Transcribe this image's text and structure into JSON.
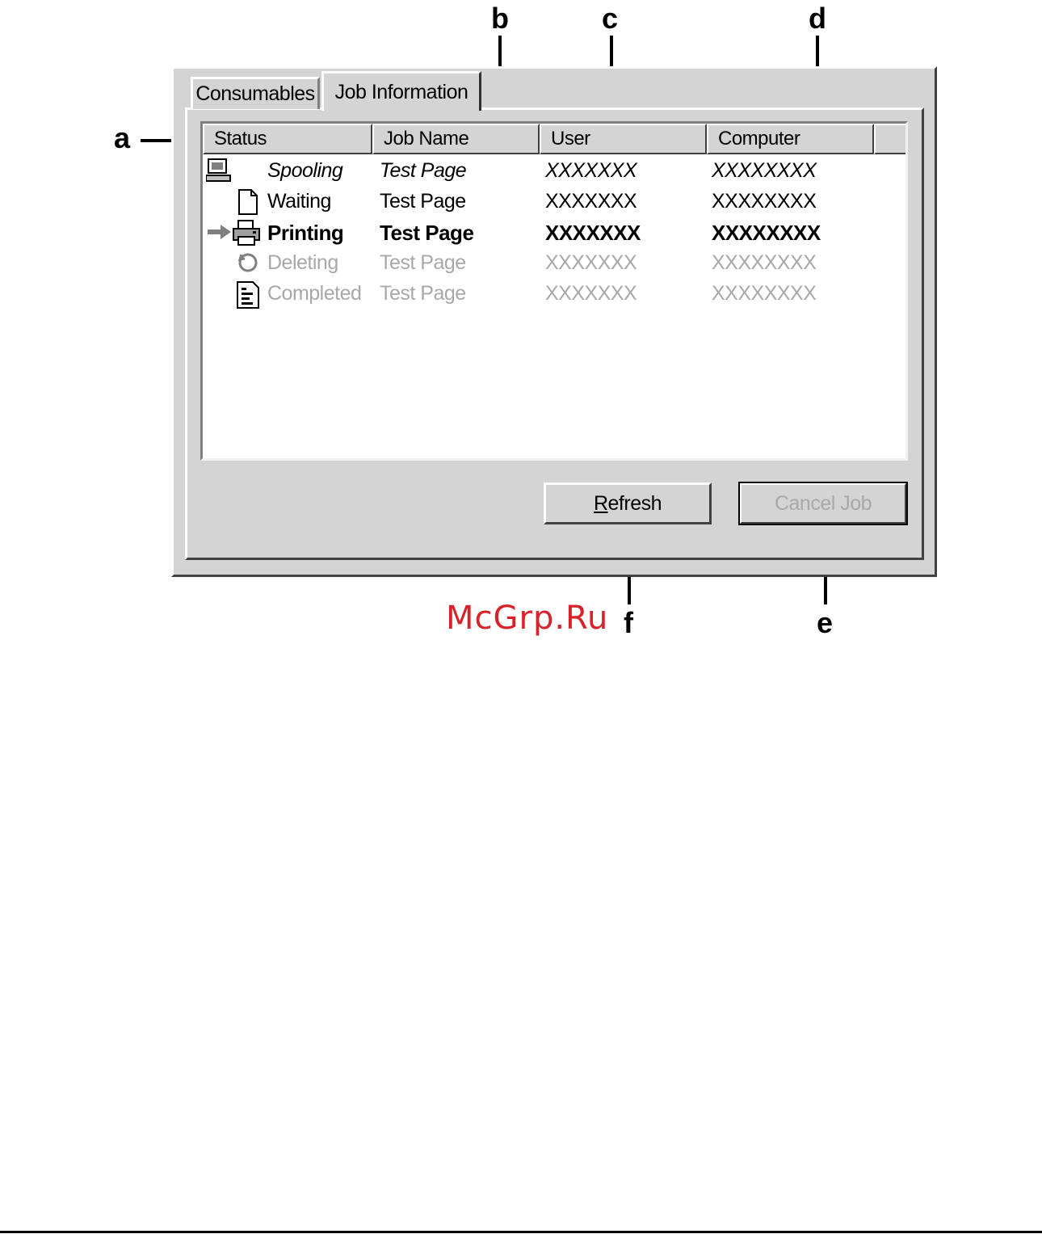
{
  "tabs": [
    {
      "label": "Consumables",
      "active": false
    },
    {
      "label": "Job Information",
      "active": true
    }
  ],
  "columns": [
    "Status",
    "Job Name",
    "User",
    "Computer"
  ],
  "jobs": [
    {
      "status": "Spooling",
      "job_name": "Test Page",
      "user": "XXXXXXX",
      "computer": "XXXXXXXX",
      "icon": "computer-icon"
    },
    {
      "status": "Waiting",
      "job_name": "Test Page",
      "user": "XXXXXXX",
      "computer": "XXXXXXXX",
      "icon": "document-icon"
    },
    {
      "status": "Printing",
      "job_name": "Test Page",
      "user": "XXXXXXX",
      "computer": "XXXXXXXX",
      "icon": "printer-icon"
    },
    {
      "status": "Deleting",
      "job_name": "Test Page",
      "user": "XXXXXXX",
      "computer": "XXXXXXXX",
      "icon": "delete-icon"
    },
    {
      "status": "Completed",
      "job_name": "Test Page",
      "user": "XXXXXXX",
      "computer": "XXXXXXXX",
      "icon": "completed-document-icon"
    }
  ],
  "buttons": {
    "refresh": {
      "label": "Refresh",
      "accesskey": "R",
      "enabled": true
    },
    "cancel": {
      "label": "Cancel Job",
      "enabled": false
    }
  },
  "callouts": [
    "a",
    "b",
    "c",
    "d",
    "e",
    "f"
  ],
  "watermark": "McGrp.Ru",
  "colors": {
    "dialog_bg": "#d4d4d4",
    "disabled_text": "#a8a8a8",
    "watermark": "#d8222a"
  }
}
